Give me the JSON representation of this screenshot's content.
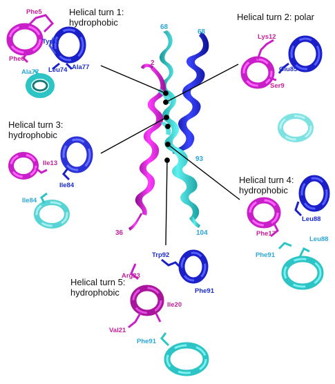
{
  "panels": {
    "turn1": {
      "title_line1": "Helical turn 1:",
      "title_line2": "hydrophobic",
      "labels": [
        "Phe5",
        "Phe6",
        "Tyr81",
        "Leu74",
        "Ala77",
        "Ala77"
      ]
    },
    "turn2": {
      "title_line1": "Helical turn 2: polar",
      "labels": [
        "Lys12",
        "Glu85",
        "Ser9"
      ]
    },
    "turn3": {
      "title_line1": "Helical turn 3:",
      "title_line2": "hydrophobic",
      "labels": [
        "Ile13",
        "Ile84",
        "Ile84"
      ]
    },
    "turn4": {
      "title_line1": "Helical turn 4:",
      "title_line2": "hydrophobic",
      "labels": [
        "Leu88",
        "Phe17",
        "Leu88",
        "Phe91"
      ]
    },
    "turn5": {
      "title_line1": "Helical turn 5:",
      "title_line2": "hydrophobic",
      "labels": [
        "Trp92",
        "Arg23",
        "Phe91",
        "Ile20",
        "Val21",
        "Phe91"
      ]
    }
  },
  "center": {
    "residue_numbers": [
      "68",
      "68",
      "2",
      "93",
      "36",
      "104"
    ]
  },
  "colors": {
    "magenta": "#c81fc8",
    "cyan": "#2cc4c4",
    "blue": "#1a1fc8",
    "blue_label": "#1a2bd0",
    "cyan_label": "#2aa8d8",
    "magenta_label": "#c8209a"
  }
}
